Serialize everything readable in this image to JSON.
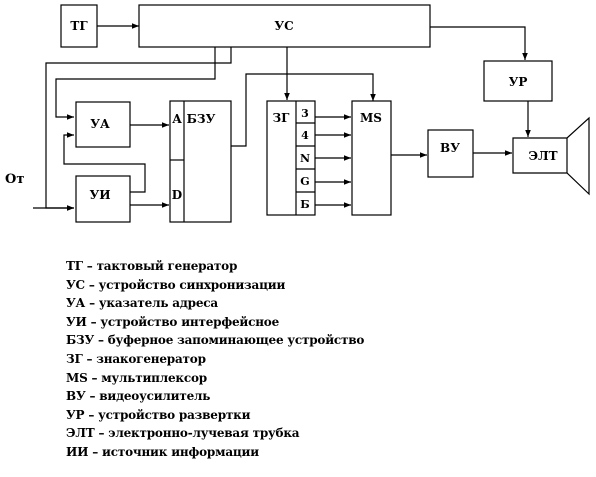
{
  "blocks": {
    "tg": "ТГ",
    "us": "УС",
    "ur": "УР",
    "ua": "УА",
    "ui": "УИ",
    "bzu": "БЗУ",
    "bzu_a": "A",
    "bzu_d": "D",
    "zg": "ЗГ",
    "zg_ports": [
      "3",
      "4",
      "N",
      "G",
      "Б"
    ],
    "ms": "MS",
    "vu": "ВУ",
    "elt": "ЭЛТ"
  },
  "input_label": "От",
  "legend": [
    "ТГ – тактовый генератор",
    "УС – устройство синхронизации",
    "УА – указатель адреса",
    "УИ – устройство интерфейсное",
    "БЗУ – буферное запоминающее устройство",
    "ЗГ – знакогенератор",
    "MS – мультиплексор",
    "ВУ – видеоусилитель",
    "УР – устройство развертки",
    "ЭЛТ – электронно-лучевая трубка",
    "ИИ – источник информации"
  ]
}
